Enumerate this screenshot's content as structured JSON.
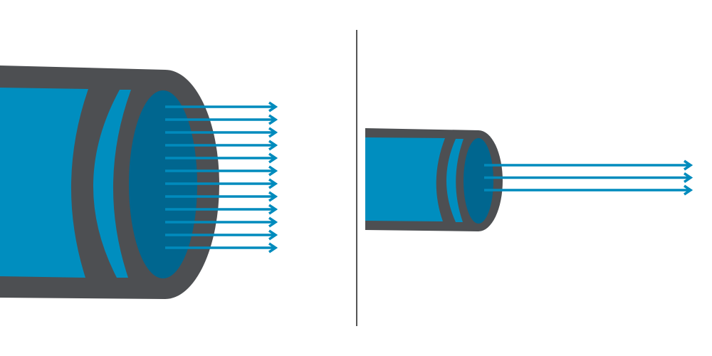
{
  "colors": {
    "jacket": "#4d4f52",
    "core": "#008ebf",
    "face": "#00668f",
    "arrow": "#008bbd",
    "divider": "#555555"
  },
  "panels": [
    {
      "name": "large-cable",
      "arrow_count": 12
    },
    {
      "name": "small-cable",
      "arrow_count": 3
    }
  ]
}
